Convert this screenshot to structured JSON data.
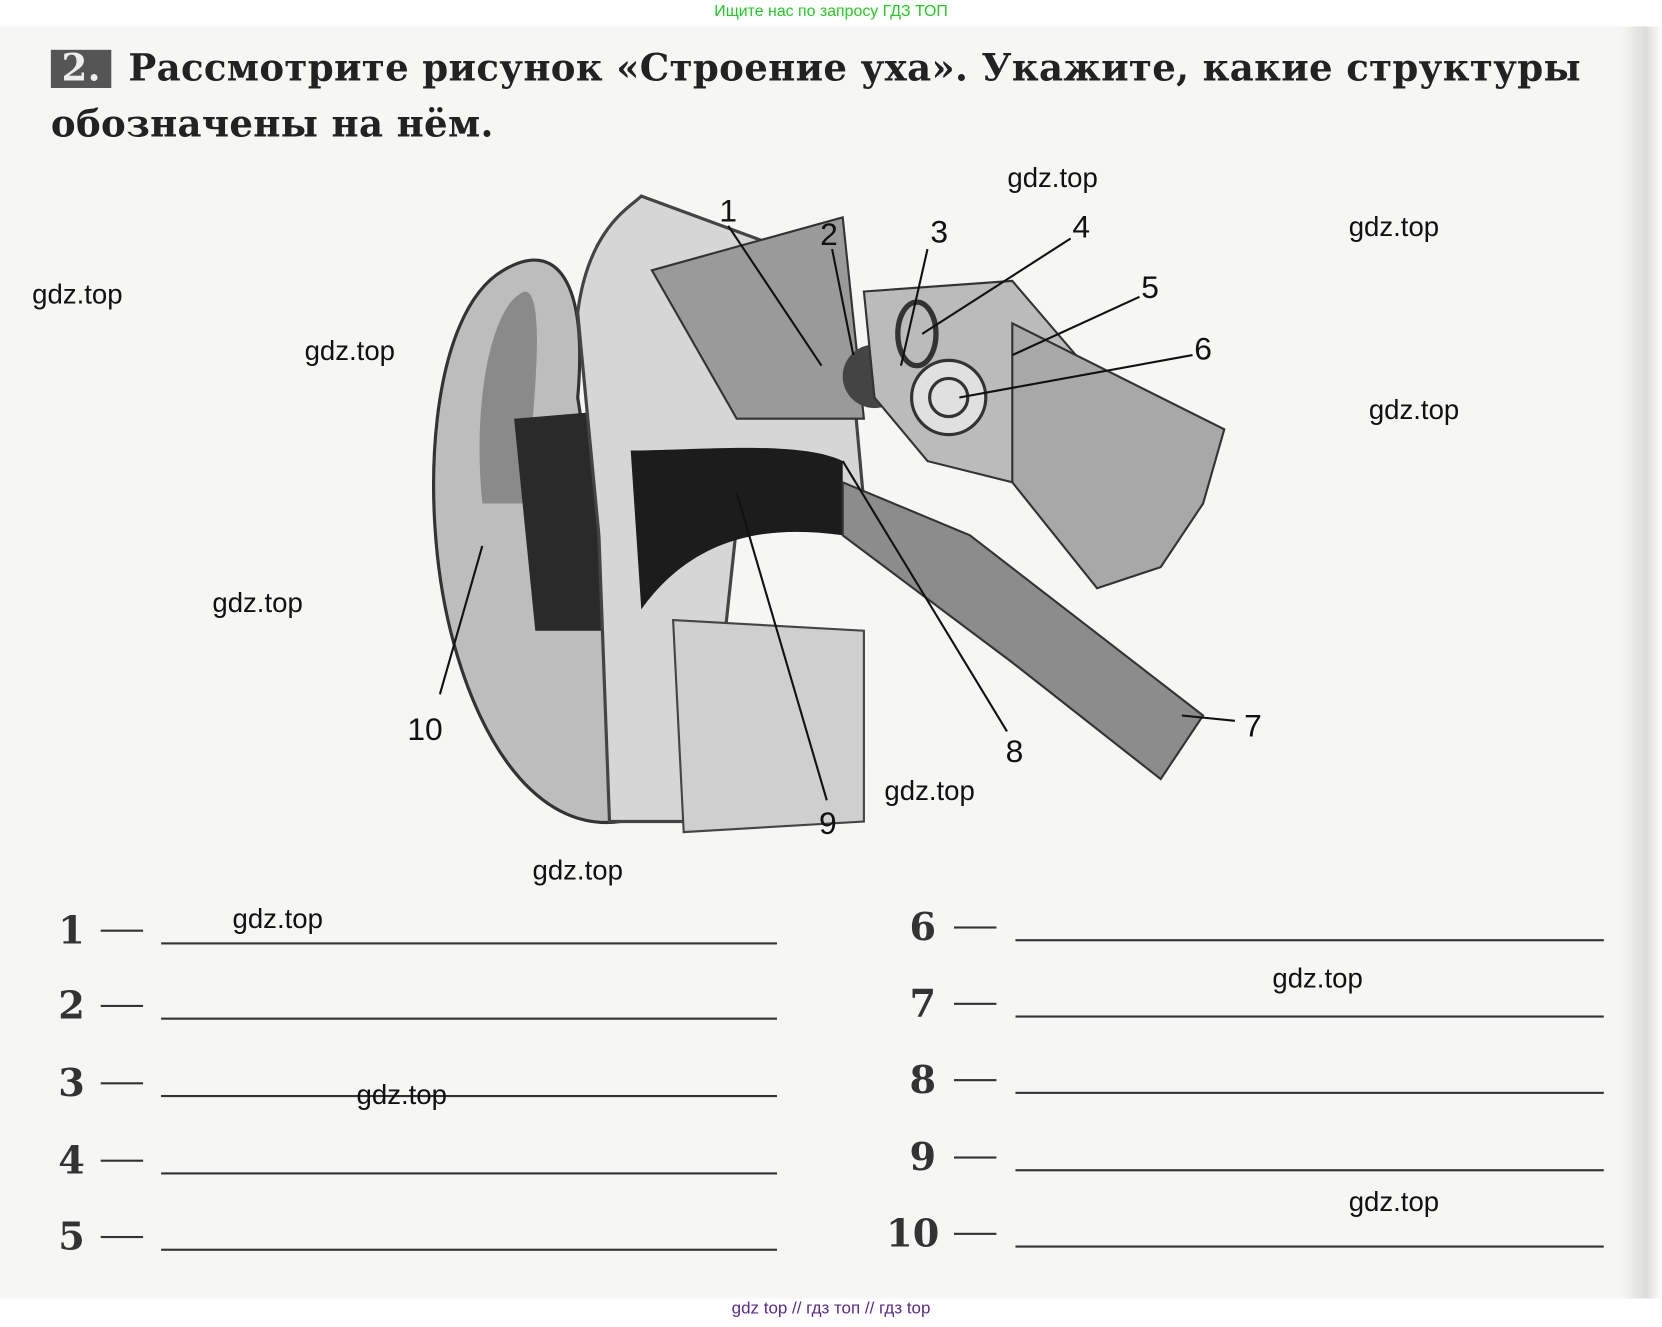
{
  "header_note": "Ищите нас по запросу ГДЗ ТОП",
  "task": {
    "number": "2.",
    "text": "Рассмотрите рисунок «Строение уха». Укажите, какие структуры обозначены на нём."
  },
  "figure_labels": [
    "1",
    "2",
    "3",
    "4",
    "5",
    "6",
    "7",
    "8",
    "9",
    "10"
  ],
  "answers": {
    "left": [
      {
        "n": "1",
        "dash": "—"
      },
      {
        "n": "2",
        "dash": "—"
      },
      {
        "n": "3",
        "dash": "—"
      },
      {
        "n": "4",
        "dash": "—"
      },
      {
        "n": "5",
        "dash": "—"
      }
    ],
    "right": [
      {
        "n": "6",
        "dash": "—"
      },
      {
        "n": "7",
        "dash": "—"
      },
      {
        "n": "8",
        "dash": "—"
      },
      {
        "n": "9",
        "dash": "—"
      },
      {
        "n": "10",
        "dash": "—"
      }
    ]
  },
  "watermark": "gdz.top",
  "footer_note": "gdz top  //  гдз топ  //  гдз top"
}
